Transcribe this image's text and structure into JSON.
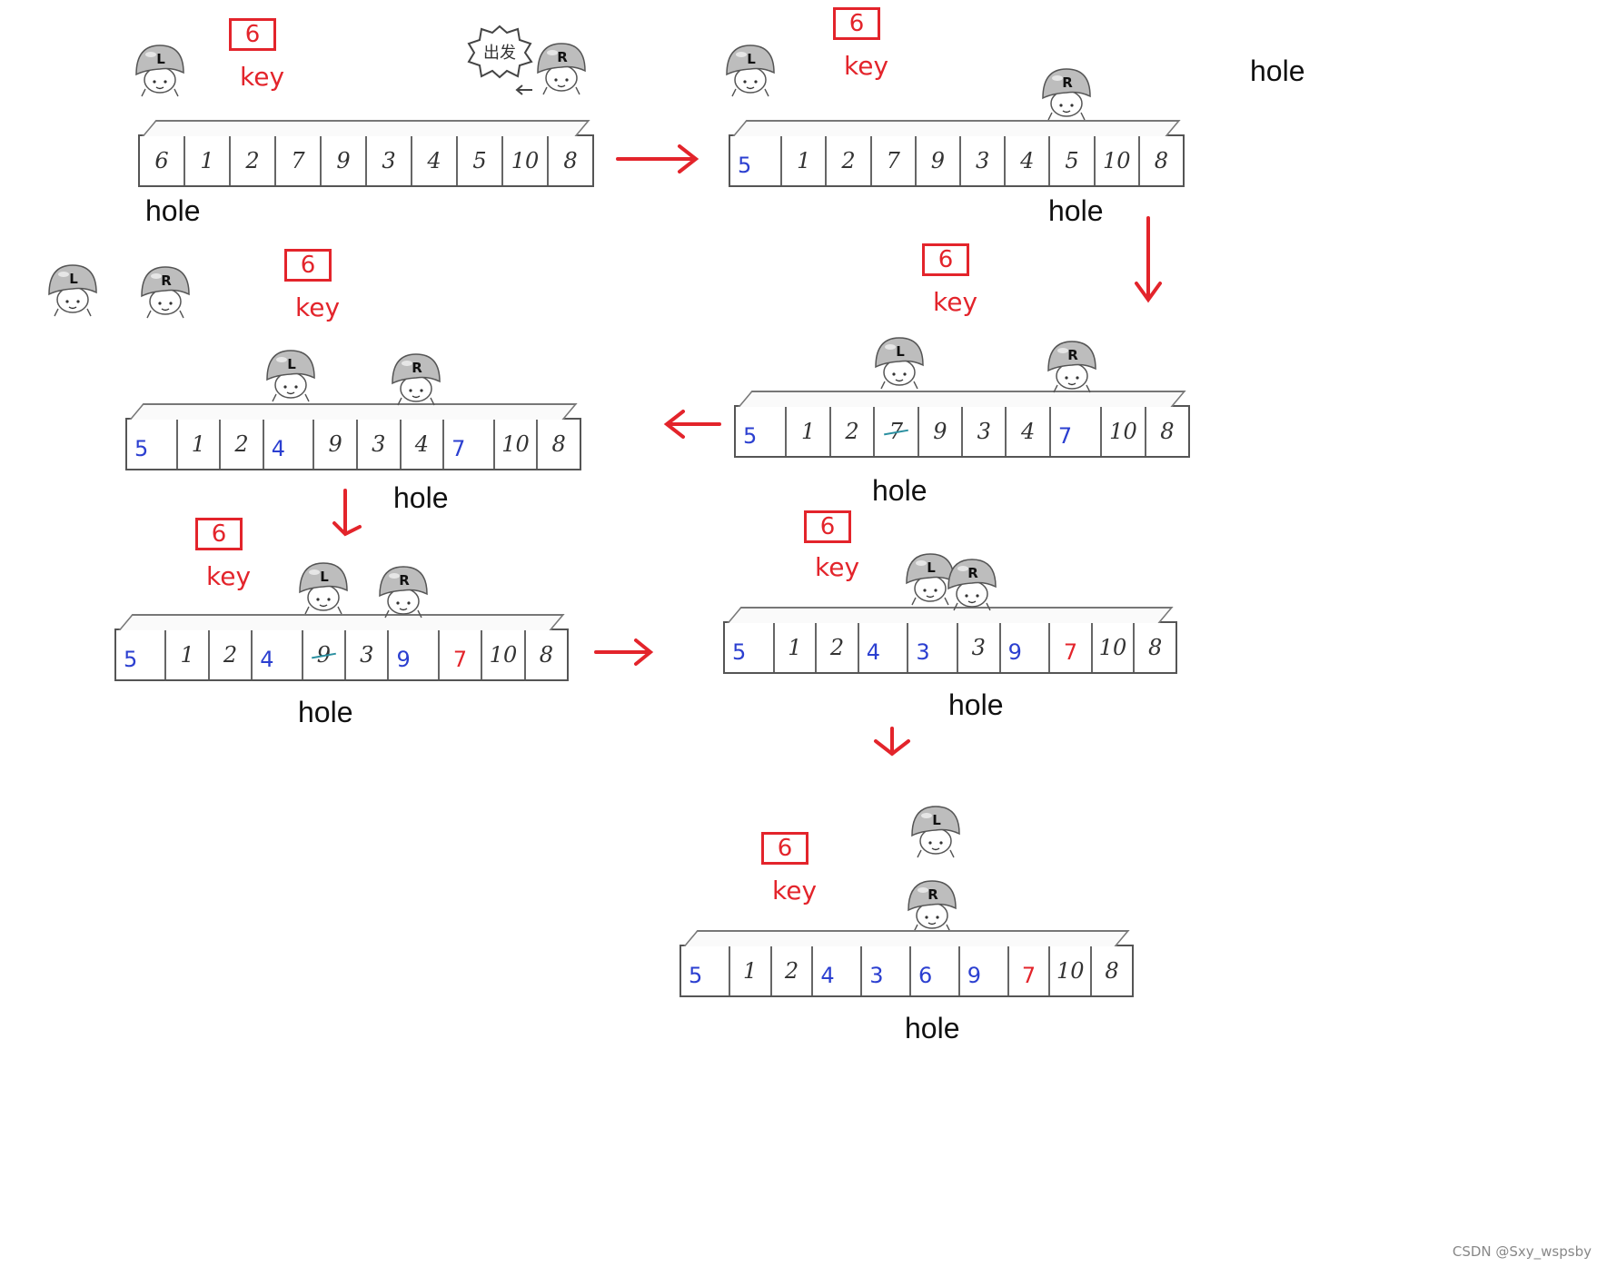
{
  "key_value": "6",
  "key_label": "key",
  "hole_label": "hole",
  "bubble_text": "出发",
  "pointer_left": "L",
  "pointer_right": "R",
  "watermark": "CSDN @Sxy_wspsby",
  "colors": {
    "accent": "#e3242b",
    "placed": "#2b3fd0",
    "moved": "#e3242b"
  },
  "steps": [
    {
      "id": "step1",
      "cells": [
        {
          "v": "6",
          "s": ""
        },
        {
          "v": "1",
          "s": ""
        },
        {
          "v": "2",
          "s": ""
        },
        {
          "v": "7",
          "s": ""
        },
        {
          "v": "9",
          "s": ""
        },
        {
          "v": "3",
          "s": ""
        },
        {
          "v": "4",
          "s": ""
        },
        {
          "v": "5",
          "s": ""
        },
        {
          "v": "10",
          "s": ""
        },
        {
          "v": "8",
          "s": ""
        }
      ]
    },
    {
      "id": "step2",
      "cells": [
        {
          "v": "5",
          "s": "blue"
        },
        {
          "v": "1",
          "s": ""
        },
        {
          "v": "2",
          "s": ""
        },
        {
          "v": "7",
          "s": ""
        },
        {
          "v": "9",
          "s": ""
        },
        {
          "v": "3",
          "s": ""
        },
        {
          "v": "4",
          "s": ""
        },
        {
          "v": "5",
          "s": ""
        },
        {
          "v": "10",
          "s": ""
        },
        {
          "v": "8",
          "s": ""
        }
      ]
    },
    {
      "id": "step3",
      "cells": [
        {
          "v": "5",
          "s": "blue"
        },
        {
          "v": "1",
          "s": ""
        },
        {
          "v": "2",
          "s": ""
        },
        {
          "v": "7",
          "s": "strike"
        },
        {
          "v": "9",
          "s": ""
        },
        {
          "v": "3",
          "s": ""
        },
        {
          "v": "4",
          "s": ""
        },
        {
          "v": "7",
          "s": "blue"
        },
        {
          "v": "10",
          "s": ""
        },
        {
          "v": "8",
          "s": ""
        }
      ]
    },
    {
      "id": "step4",
      "cells": [
        {
          "v": "5",
          "s": "blue"
        },
        {
          "v": "1",
          "s": ""
        },
        {
          "v": "2",
          "s": ""
        },
        {
          "v": "4",
          "s": "blue"
        },
        {
          "v": "9",
          "s": ""
        },
        {
          "v": "3",
          "s": ""
        },
        {
          "v": "4",
          "s": ""
        },
        {
          "v": "7",
          "s": "blue"
        },
        {
          "v": "10",
          "s": ""
        },
        {
          "v": "8",
          "s": ""
        }
      ]
    },
    {
      "id": "step5",
      "cells": [
        {
          "v": "5",
          "s": "blue"
        },
        {
          "v": "1",
          "s": ""
        },
        {
          "v": "2",
          "s": ""
        },
        {
          "v": "4",
          "s": "blue"
        },
        {
          "v": "9",
          "s": "strike"
        },
        {
          "v": "3",
          "s": ""
        },
        {
          "v": "9",
          "s": "blue"
        },
        {
          "v": "7",
          "s": "red"
        },
        {
          "v": "10",
          "s": ""
        },
        {
          "v": "8",
          "s": ""
        }
      ]
    },
    {
      "id": "step6",
      "cells": [
        {
          "v": "5",
          "s": "blue"
        },
        {
          "v": "1",
          "s": ""
        },
        {
          "v": "2",
          "s": ""
        },
        {
          "v": "4",
          "s": "blue"
        },
        {
          "v": "3",
          "s": "blue"
        },
        {
          "v": "3",
          "s": ""
        },
        {
          "v": "9",
          "s": "blue"
        },
        {
          "v": "7",
          "s": "red"
        },
        {
          "v": "10",
          "s": ""
        },
        {
          "v": "8",
          "s": ""
        }
      ]
    },
    {
      "id": "step7",
      "cells": [
        {
          "v": "5",
          "s": "blue"
        },
        {
          "v": "1",
          "s": ""
        },
        {
          "v": "2",
          "s": ""
        },
        {
          "v": "4",
          "s": "blue"
        },
        {
          "v": "3",
          "s": "blue"
        },
        {
          "v": "6",
          "s": "blue"
        },
        {
          "v": "9",
          "s": "blue"
        },
        {
          "v": "7",
          "s": "red"
        },
        {
          "v": "10",
          "s": ""
        },
        {
          "v": "8",
          "s": ""
        }
      ]
    }
  ]
}
